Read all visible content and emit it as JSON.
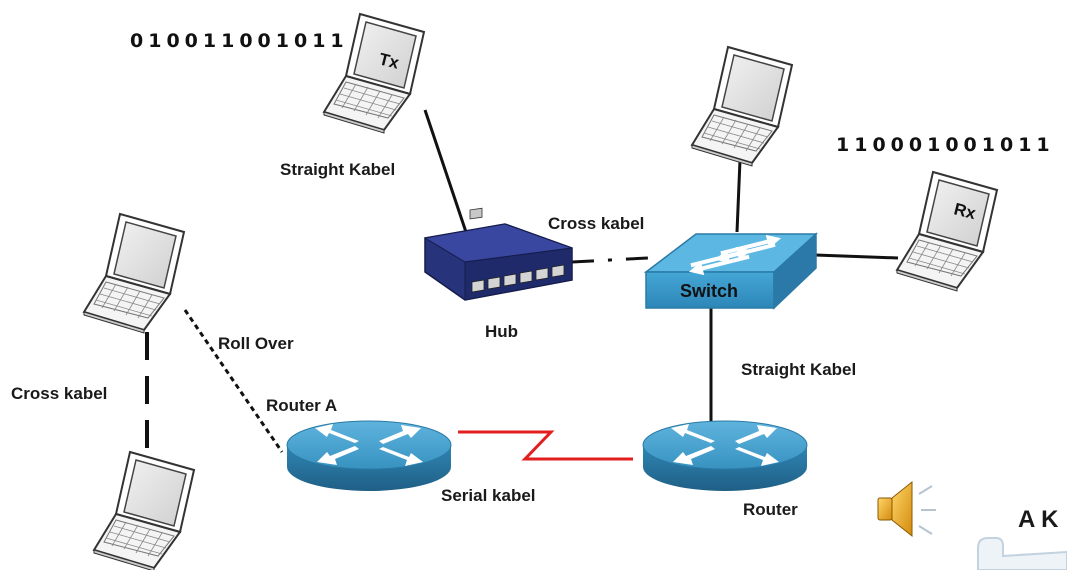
{
  "bits": {
    "tx_stream": "010011001011",
    "rx_stream": "110001001011"
  },
  "devices": {
    "tx_label": "Tx",
    "rx_label": "Rx",
    "switch_label": "Switch",
    "hub_label": "Hub",
    "router_a_label": "Router A",
    "router_b_label": "Router"
  },
  "cables": {
    "tx_hub": "Straight Kabel",
    "hub_switch": "Cross kabel",
    "switch_router": "Straight Kabel",
    "router_serial": "Serial kabel",
    "pc_router": "Roll Over",
    "pc_pc": "Cross kabel"
  },
  "corner_text": "A K",
  "colors": {
    "switch": "#3a9ccc",
    "router": "#2f87b3",
    "hub": "#27337a",
    "serial_cable": "#e21e1e",
    "speaker": "#e6a722"
  }
}
